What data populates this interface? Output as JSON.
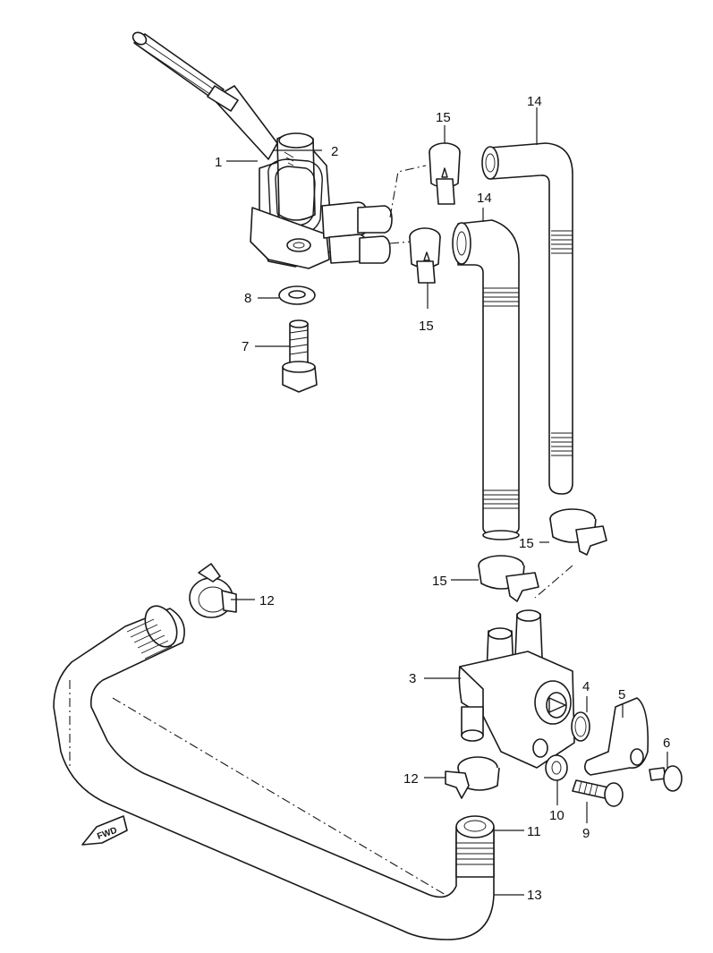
{
  "diagram": {
    "fwd_label": "FWD",
    "callouts": {
      "p1": "1",
      "p2": "2",
      "p3": "3",
      "p4": "4",
      "p5": "5",
      "p6": "6",
      "p7": "7",
      "p8": "8",
      "p9": "9",
      "p10": "10",
      "p11": "11",
      "p12a": "12",
      "p12b": "12",
      "p13": "13",
      "p14a": "14",
      "p14b": "14",
      "p15a": "15",
      "p15b": "15",
      "p15c": "15",
      "p15d": "15"
    }
  }
}
